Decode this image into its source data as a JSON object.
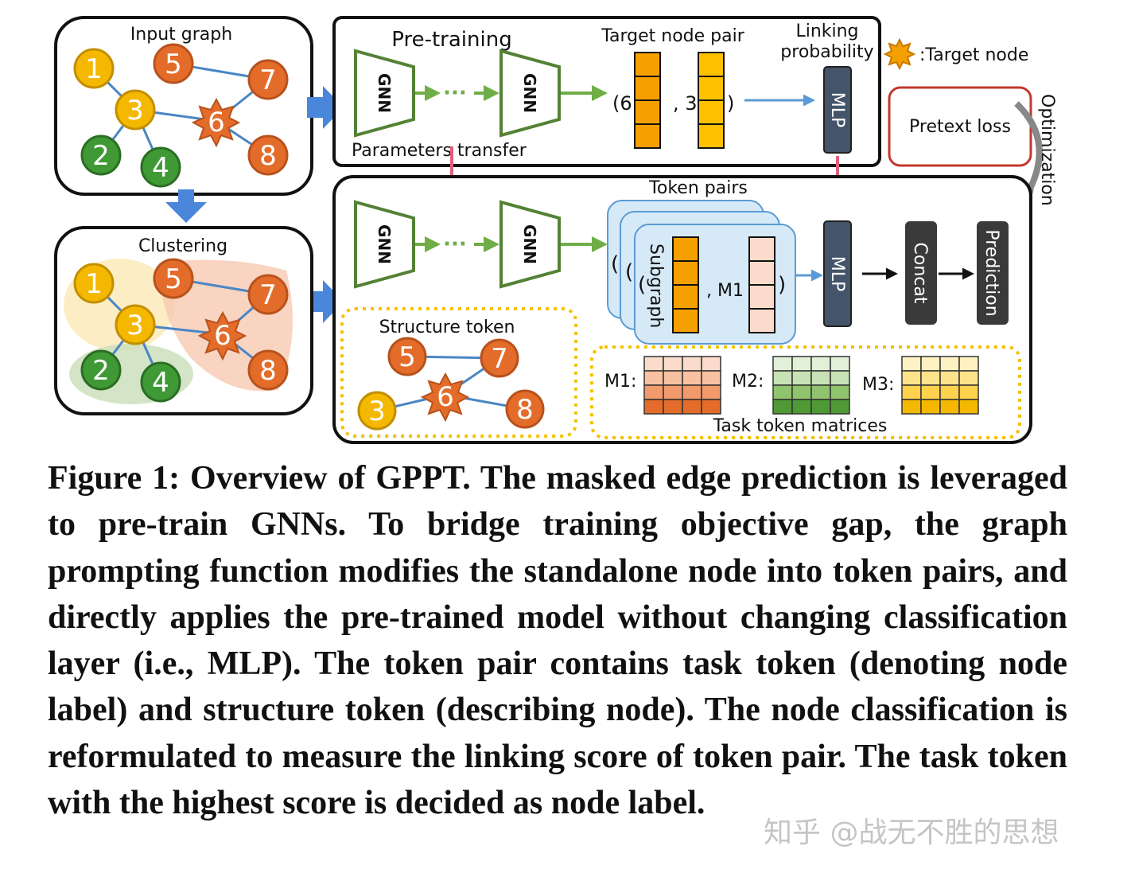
{
  "figure": {
    "input_graph_title": "Input graph",
    "clustering_title": "Clustering",
    "pretraining_title": "Pre-training",
    "gnn_label": "GNN",
    "ellipsis": "···",
    "parameters_transfer": "Parameters transfer",
    "target_node_pair": "Target node pair",
    "target_pair_first": "(6",
    "target_pair_second": ", 3",
    "target_pair_close": ")",
    "linking_probability_line1": "Linking",
    "linking_probability_line2": "probability",
    "mlp_label": "MLP",
    "legend_target_node": ":Target node",
    "pretext_loss": "Pretext loss",
    "optimization": "Optimization",
    "token_pairs": "Token pairs",
    "subgraph": "Subgraph",
    "m1_token": ", M1",
    "concat": "Concat",
    "prediction": "Prediction",
    "structure_token": "Structure token",
    "task_token_matrices": "Task token matrices",
    "m1_label": "M1:",
    "m2_label": "M2:",
    "m3_label": "M3:",
    "colors": {
      "yellow_node": "#f5b800",
      "orange_node": "#e46c2a",
      "green_node": "#3f9a35",
      "edge": "#4a86c5",
      "mlp": "#44546a",
      "concat": "#3a3a3a",
      "gnn_stroke": "#548235",
      "arrow_green": "#6fad47",
      "arrow_pink": "#e0607e",
      "token_blue": "#d6e9f7"
    },
    "input_graph": {
      "nodes": [
        "1",
        "5",
        "7",
        "3",
        "6",
        "2",
        "4",
        "8"
      ]
    },
    "structure_graph": {
      "nodes": [
        "5",
        "7",
        "6",
        "3",
        "8"
      ]
    }
  },
  "caption": {
    "text": "Figure 1: Overview of GPPT. The masked edge prediction is leveraged to pre-train GNNs. To bridge training objective gap, the graph prompting function modifies the standalone node into token pairs, and directly applies the pre-trained model without changing classification layer (i.e., MLP). The token pair contains task token (denoting node label) and structure token (describing node). The node classification is reformulated to measure the linking score of token pair. The task token with the highest score is decided as node label."
  },
  "watermark": "知乎 @战无不胜的思想"
}
